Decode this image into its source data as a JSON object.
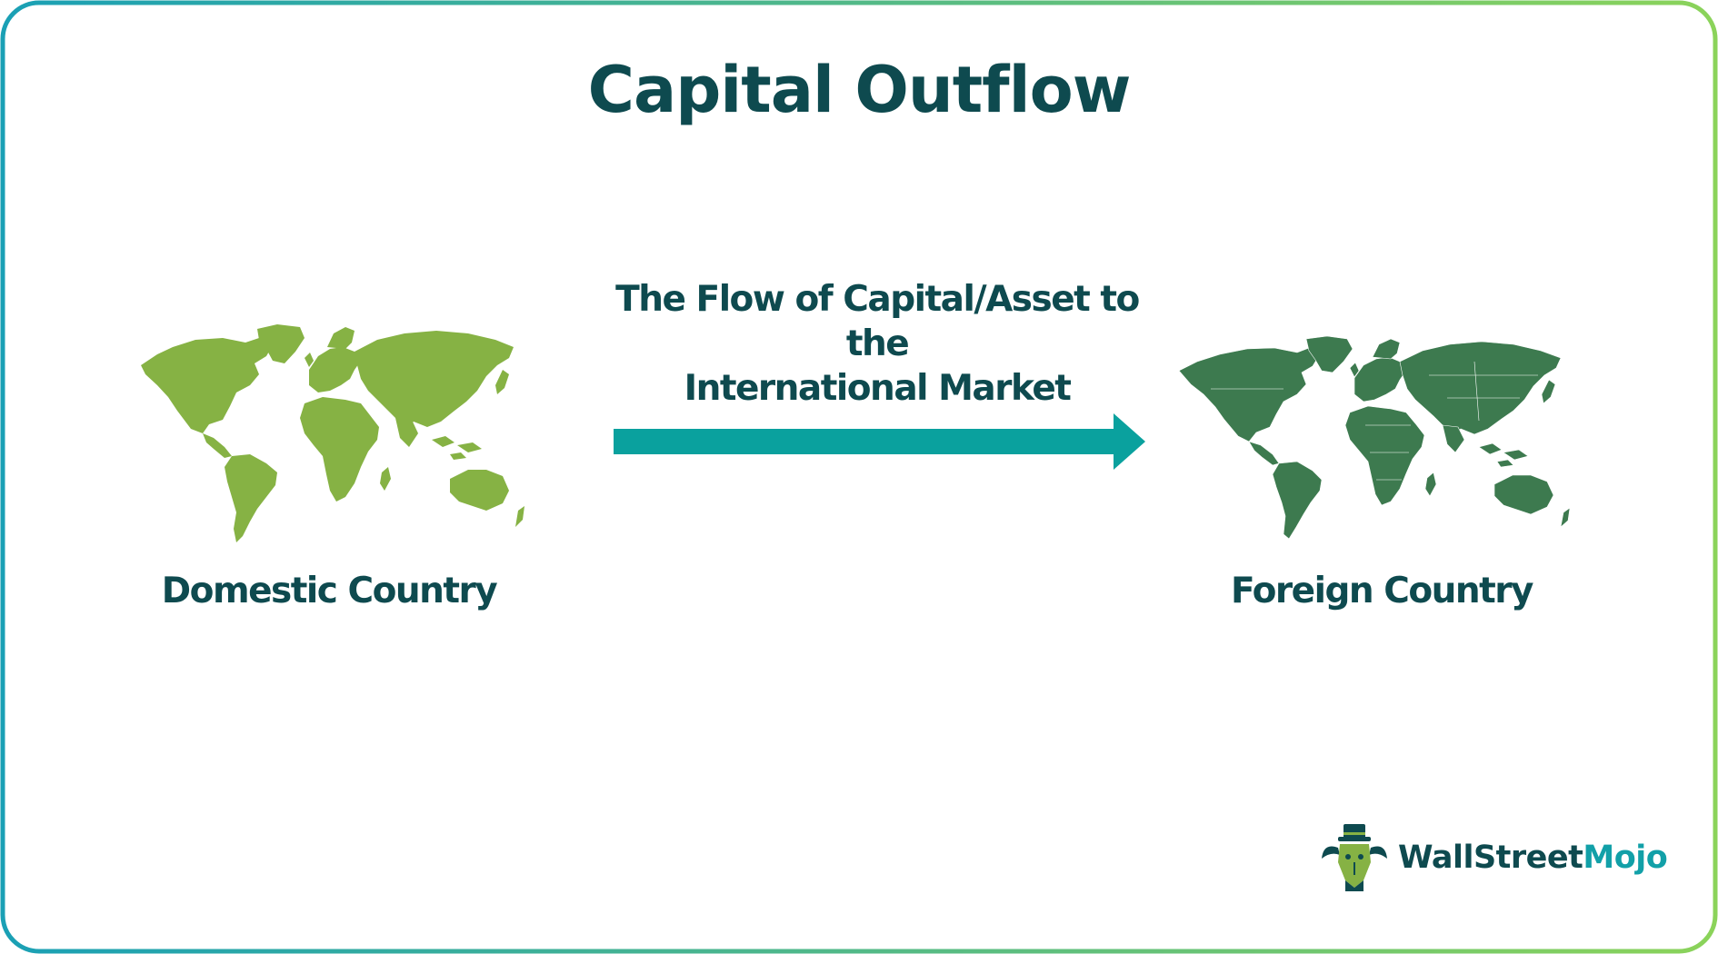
{
  "title": "Capital Outflow",
  "flow": {
    "line1": "The Flow of Capital/Asset to the",
    "line2": "International Market"
  },
  "source": {
    "label": "Domestic Country",
    "icon": "world-map-icon",
    "color": "#86b244"
  },
  "destination": {
    "label": "Foreign Country",
    "icon": "world-map-icon",
    "color": "#3d7a4f"
  },
  "arrow_color": "#0aa19e",
  "brand": {
    "part1": "WallStreet",
    "part2": "Mojo",
    "icon": "wallstreetmojo-logo-icon"
  },
  "colors": {
    "text": "#0e4a4f",
    "border_start": "#1aa0b5",
    "border_end": "#8bd35a"
  }
}
